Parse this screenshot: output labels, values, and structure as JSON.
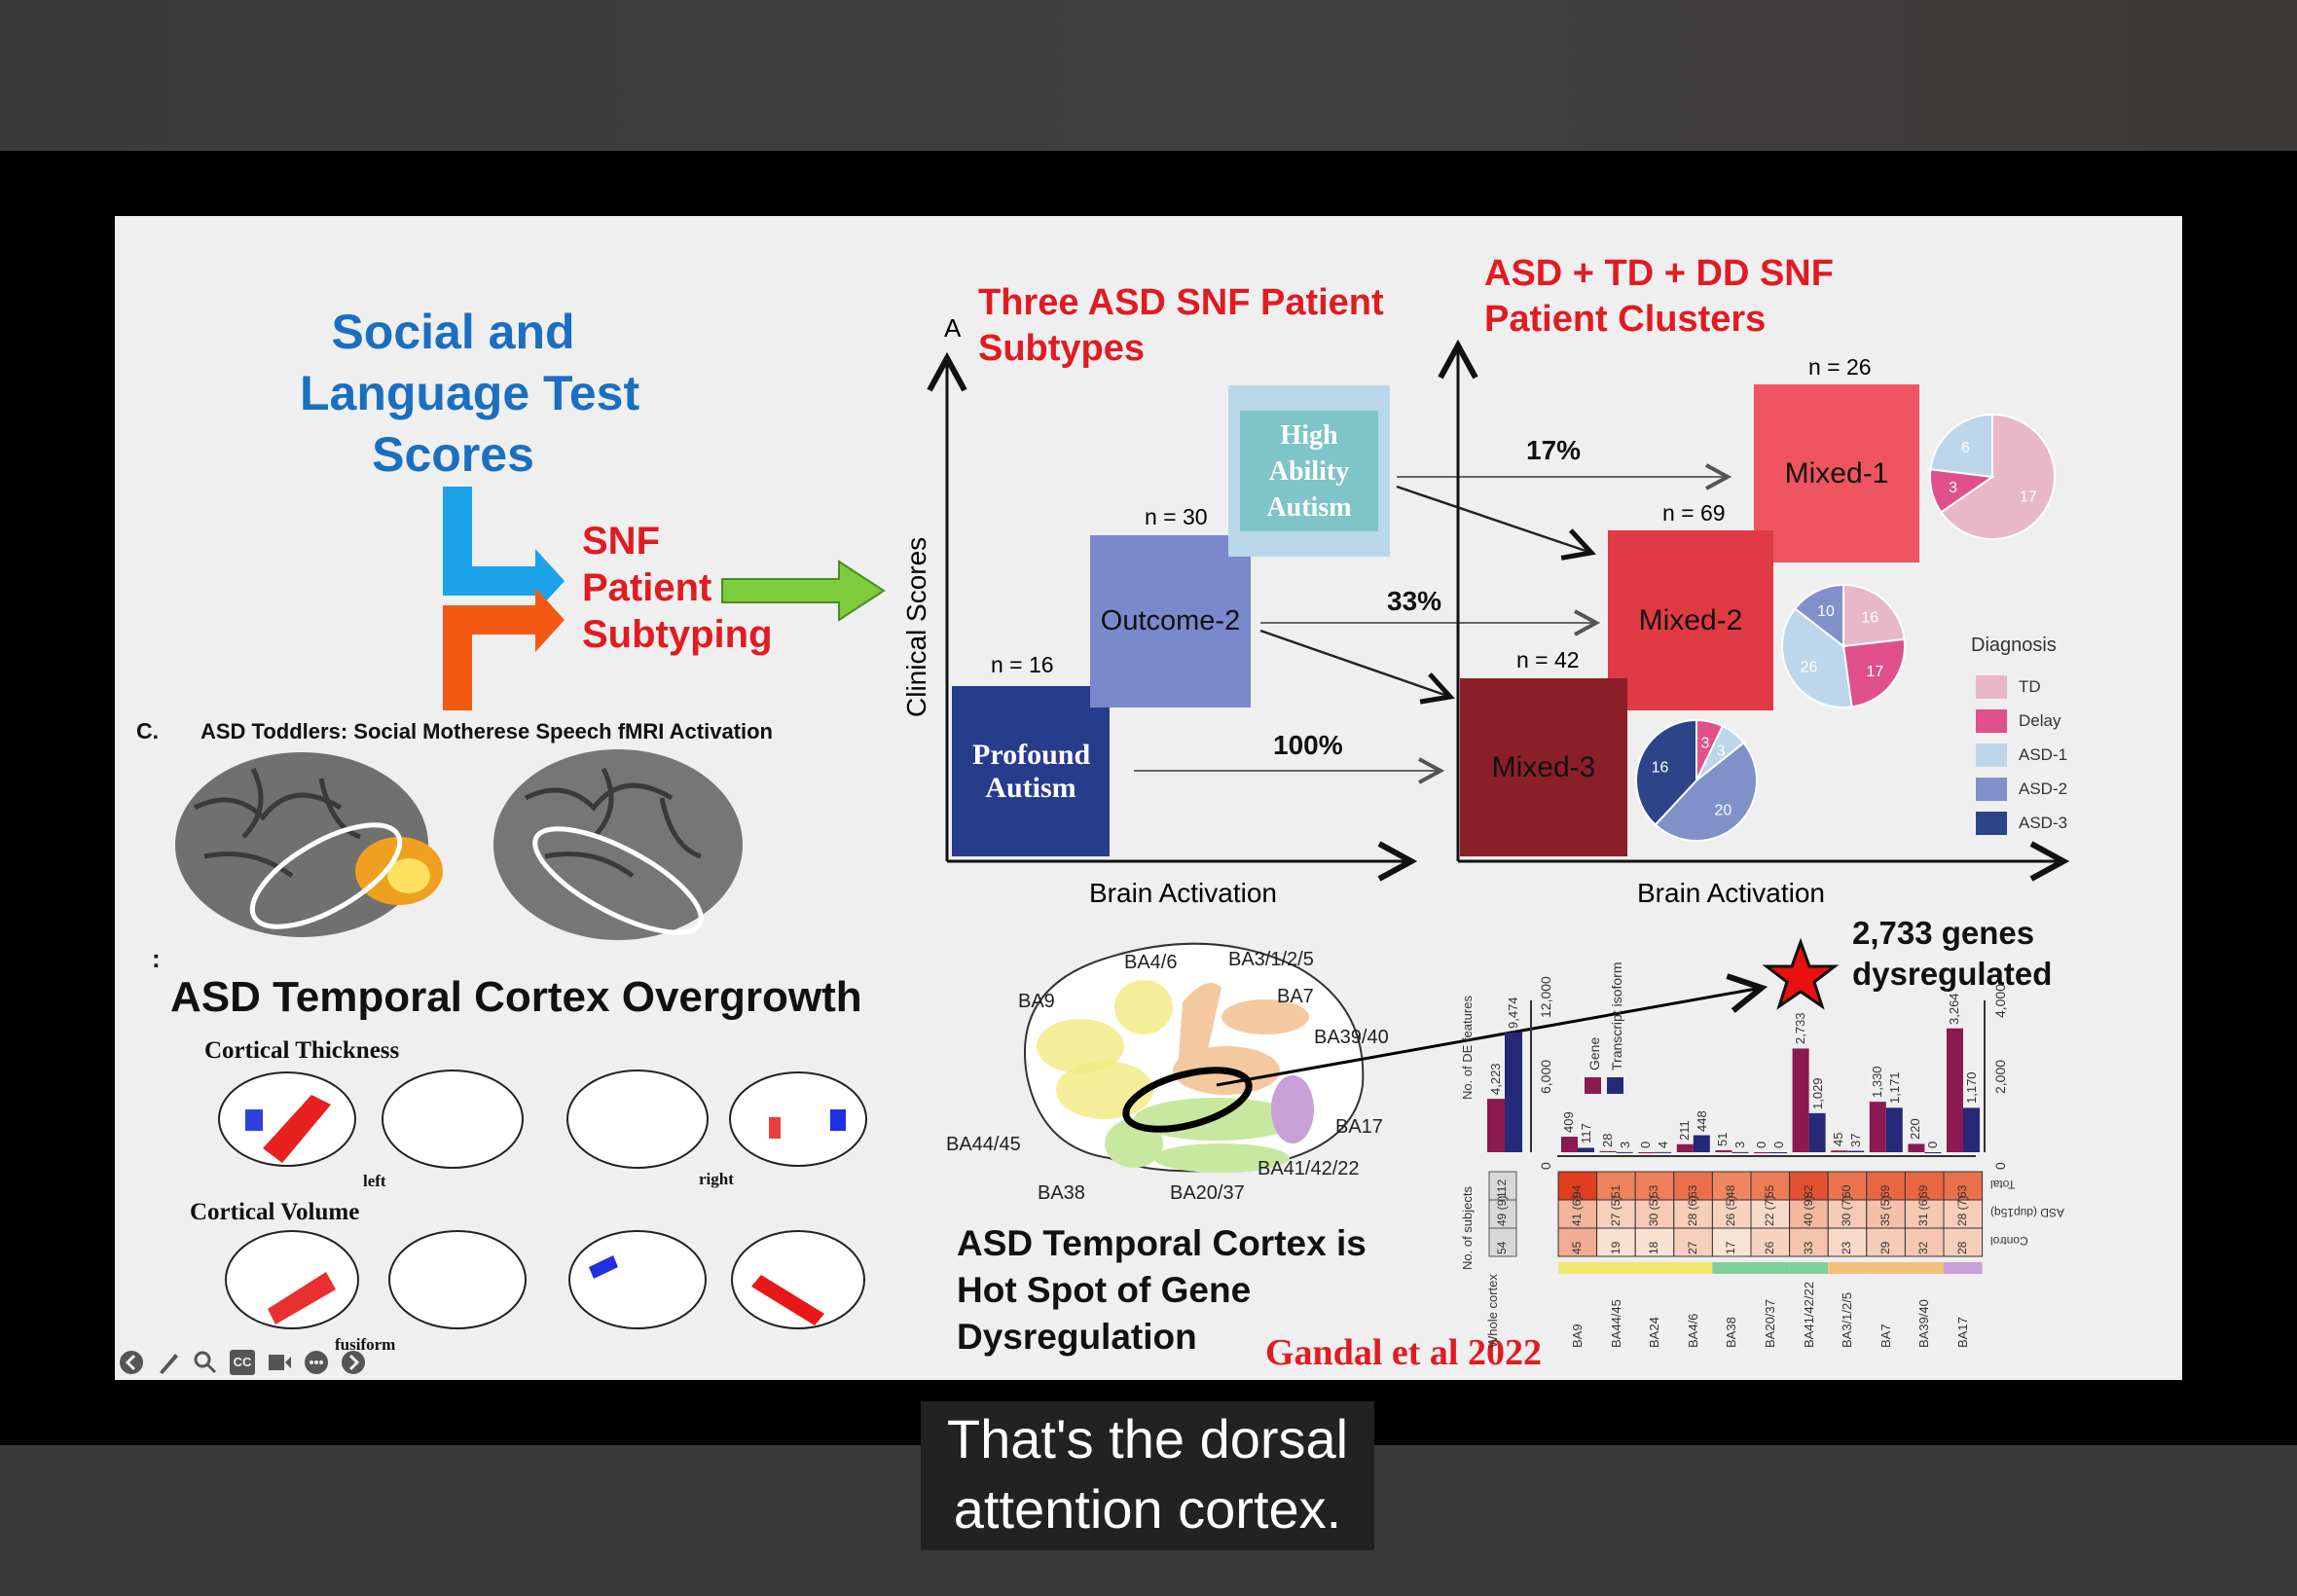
{
  "player": {
    "caption_line1": "That's the dorsal",
    "caption_line2": "attention cortex.",
    "toolbar": [
      "back-icon",
      "pen-icon",
      "search-icon",
      "cc-icon",
      "video-icon",
      "more-icon",
      "forward-icon"
    ],
    "cc_label": "CC"
  },
  "slide": {
    "left_title": [
      "Social and",
      "Language Test",
      "Scores"
    ],
    "snf": [
      "SNF",
      "Patient",
      "Subtyping"
    ],
    "panel_c_letter": "C.",
    "panel_c_title": "ASD Toddlers: Social Motherese Speech fMRI Activation",
    "colon": ":",
    "overgrowth_title": "ASD Temporal Cortex Overgrowth",
    "cortical_thickness": "Cortical Thickness",
    "cortical_volume": "Cortical Volume",
    "left_label": "left",
    "right_label": "right",
    "fusiform_label": "fusiform",
    "panel_a_letter": "A",
    "subtypes_title": [
      "Three ASD SNF Patient",
      "Subtypes"
    ],
    "y_axis": "Clinical Scores",
    "x_axis": "Brain Activation",
    "subtypes": [
      {
        "name": "Profound Autism",
        "n": "n = 16",
        "color": "#283c8c"
      },
      {
        "name": "Outcome-2",
        "n": "n = 30",
        "color": "#7a88cc"
      },
      {
        "name": "High Ability Autism",
        "n": "",
        "color": "#b8d8ea"
      }
    ],
    "flows": [
      "100%",
      "33%",
      "17%"
    ],
    "clusters_title": [
      "ASD + TD + DD SNF",
      "Patient Clusters"
    ],
    "clusters_x_axis": "Brain Activation",
    "clusters": [
      {
        "name": "Mixed-1",
        "n": "n = 26",
        "color": "#ee5560",
        "pie": [
          {
            "k": "TD",
            "v": 17
          },
          {
            "k": "Delay",
            "v": 3
          },
          {
            "k": "ASD-1",
            "v": 6
          }
        ]
      },
      {
        "name": "Mixed-2",
        "n": "n = 69",
        "color": "#e03a44",
        "pie": [
          {
            "k": "TD",
            "v": 16
          },
          {
            "k": "Delay",
            "v": 17
          },
          {
            "k": "ASD-1",
            "v": 26
          },
          {
            "k": "ASD-2",
            "v": 10
          }
        ]
      },
      {
        "name": "Mixed-3",
        "n": "n = 42",
        "color": "#8b1f28",
        "pie": [
          {
            "k": "Delay",
            "v": 3
          },
          {
            "k": "ASD-1",
            "v": 3
          },
          {
            "k": "ASD-2",
            "v": 20
          },
          {
            "k": "ASD-3",
            "v": 16
          }
        ]
      }
    ],
    "legend_title": "Diagnosis",
    "legend": [
      {
        "k": "TD",
        "c": "#e8b8c8"
      },
      {
        "k": "Delay",
        "c": "#e0508a"
      },
      {
        "k": "ASD-1",
        "c": "#bcd6ec"
      },
      {
        "k": "ASD-2",
        "c": "#8090c8"
      },
      {
        "k": "ASD-3",
        "c": "#2e4488"
      }
    ],
    "ba_labels": [
      "BA4/6",
      "BA3/1/2/5",
      "BA9",
      "BA7",
      "BA39/40",
      "BA17",
      "BA44/45",
      "BA41/42/22",
      "BA38",
      "BA20/37"
    ],
    "hotspot_title": [
      "ASD Temporal Cortex is",
      "Hot Spot of Gene",
      "Dysregulation"
    ],
    "citation": "Gandal et al 2022",
    "genes_callout": [
      "2,733 genes",
      "dysregulated"
    ],
    "gene_chart": {
      "y_label": "No. of DE features",
      "subjects_label": "No. of subjects",
      "legend": [
        {
          "k": "Gene",
          "c": "#8a1a50"
        },
        {
          "k": "Transcript isoform",
          "c": "#262878"
        }
      ],
      "whole": {
        "label": "Whole cortex",
        "gene": 4223,
        "transcript": 9474,
        "gene_label": "4,223",
        "transcript_label": "9,474",
        "ticks": [
          "0",
          "6,000",
          "12,000"
        ],
        "ymax": 12000,
        "subjects": [
          "112",
          "49 (9)",
          "54"
        ]
      },
      "ticks": [
        "0",
        "2,000",
        "4,000"
      ],
      "ymax": 4000,
      "regions": [
        "BA9",
        "BA44/45",
        "BA24",
        "BA4/6",
        "BA38",
        "BA20/37",
        "BA41/42/22",
        "BA3/1/2/5",
        "BA7",
        "BA39/40",
        "BA17"
      ],
      "gene": [
        409,
        28,
        0,
        211,
        51,
        0,
        2733,
        45,
        1330,
        220,
        3264
      ],
      "gene_labels": [
        "409",
        "28",
        "0",
        "211",
        "51",
        "0",
        "2,733",
        "45",
        "1,330",
        "220",
        "3,264"
      ],
      "transcript": [
        117,
        3,
        4,
        448,
        3,
        0,
        1029,
        37,
        1171,
        0,
        1170
      ],
      "transcript_labels": [
        "117",
        "3",
        "4",
        "448",
        "3",
        "0",
        "1,029",
        "37",
        "1,171",
        "0",
        "1,170"
      ],
      "row_labels": [
        "Total",
        "ASD (dup15q)",
        "Control"
      ],
      "total": [
        "94",
        "51",
        "53",
        "63",
        "48",
        "55",
        "82",
        "60",
        "69",
        "69",
        "63"
      ],
      "asd": [
        "41 (6)",
        "27 (5)",
        "30 (5)",
        "28 (6)",
        "26 (5)",
        "22 (7)",
        "40 (9)",
        "30 (7)",
        "35 (5)",
        "31 (6)",
        "28 (7)"
      ],
      "control": [
        "45",
        "19",
        "18",
        "27",
        "17",
        "26",
        "33",
        "23",
        "29",
        "32",
        "28"
      ],
      "region_colors": [
        "#f0e870",
        "#f0e870",
        "#f0e870",
        "#f0e870",
        "#7fcf9c",
        "#7fcf9c",
        "#7fcf9c",
        "#f4c07a",
        "#f4c07a",
        "#f4c07a",
        "#c8a0d8"
      ]
    }
  }
}
